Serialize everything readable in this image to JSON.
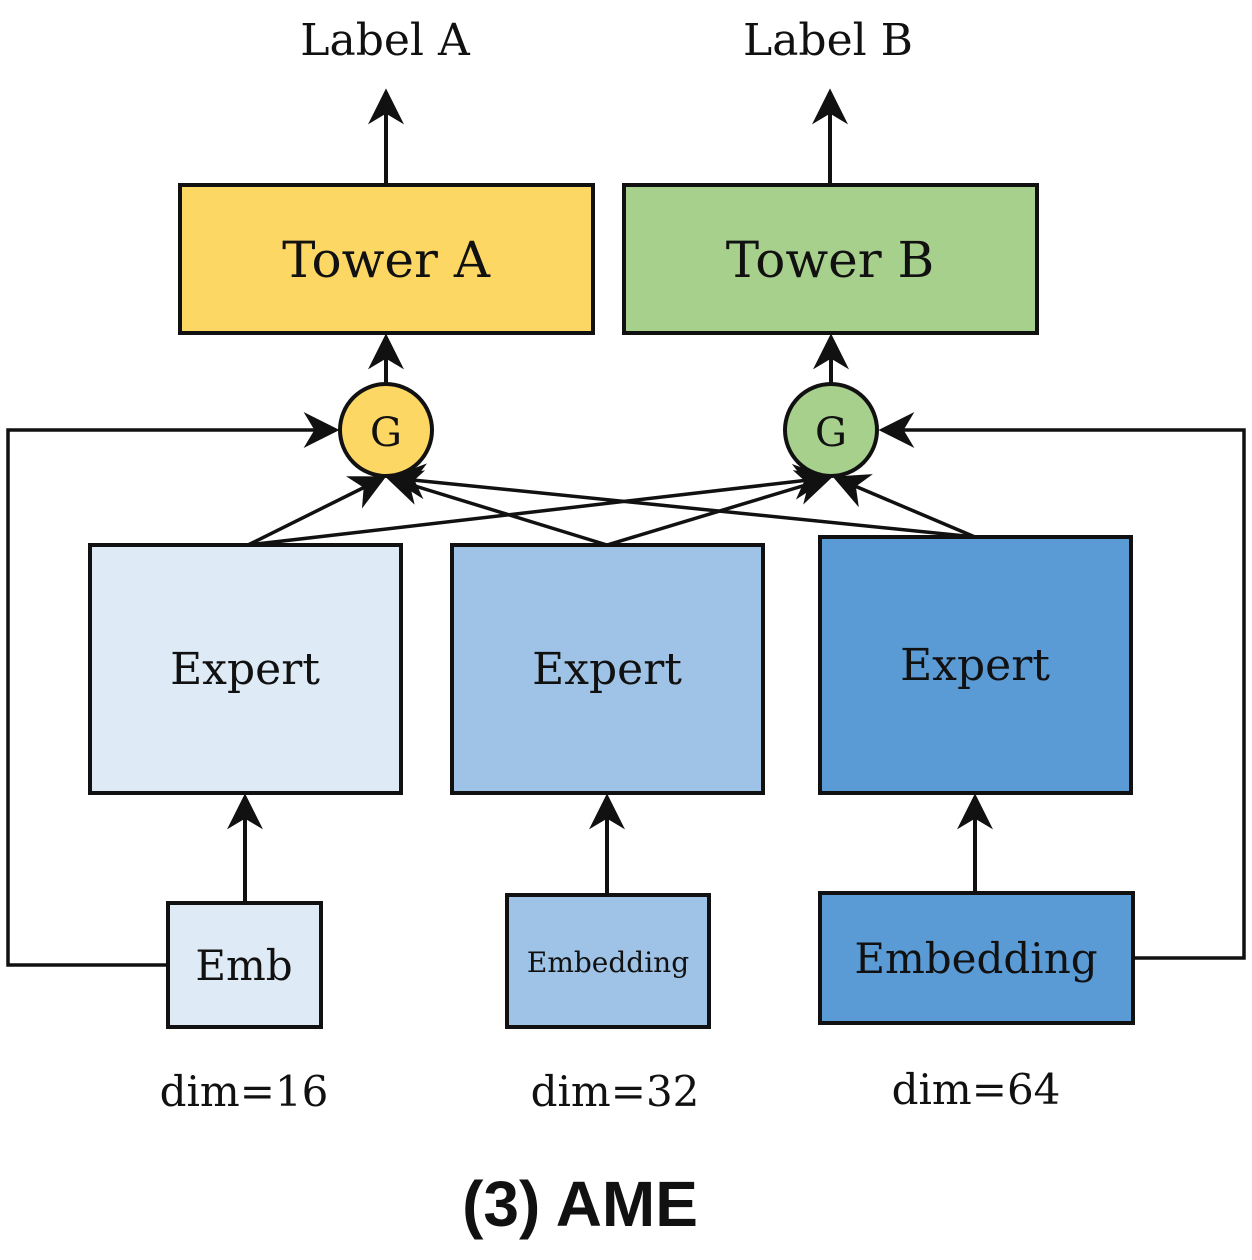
{
  "labels": {
    "a": "Label A",
    "b": "Label B"
  },
  "towers": [
    {
      "text": "Tower A",
      "color": "#fdd764"
    },
    {
      "text": "Tower B",
      "color": "#a8d08d"
    }
  ],
  "gates": [
    {
      "text": "G",
      "color": "#fdd764"
    },
    {
      "text": "G",
      "color": "#a8d08d"
    }
  ],
  "experts": [
    {
      "text": "Expert",
      "color": "#deeaf6"
    },
    {
      "text": "Expert",
      "color": "#9fc3e6"
    },
    {
      "text": "Expert",
      "color": "#5b9bd5"
    }
  ],
  "embeddings": [
    {
      "text": "Emb",
      "color": "#deeaf6",
      "dim": "dim=16"
    },
    {
      "text": "Embedding",
      "color": "#9fc3e6",
      "dim": "dim=32"
    },
    {
      "text": "Embedding",
      "color": "#5b9bd5",
      "dim": "dim=64"
    }
  ],
  "caption": "(3) AME",
  "stray_mark": ":"
}
